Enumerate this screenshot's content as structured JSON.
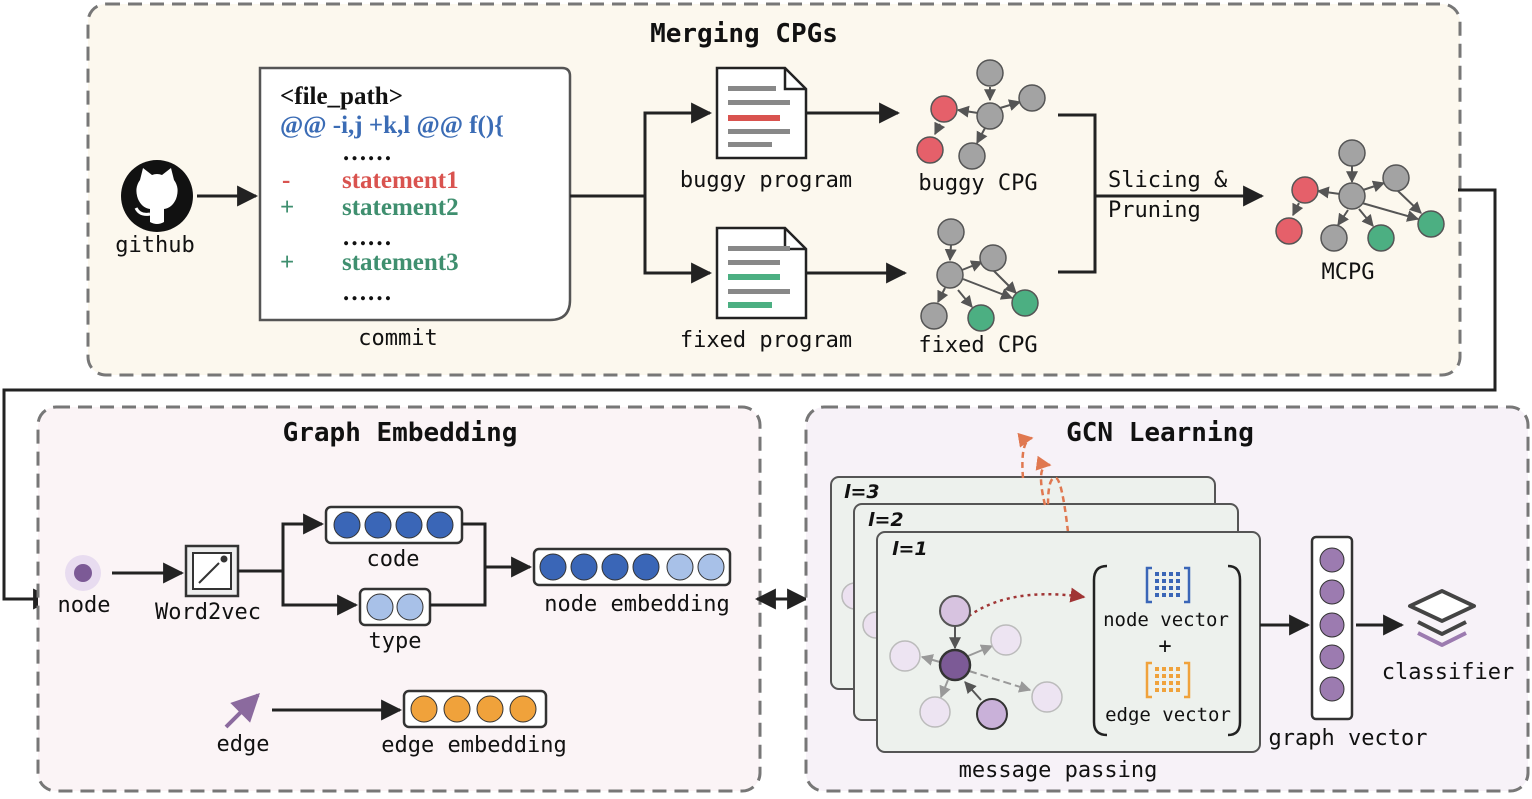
{
  "sections": {
    "merging_title": "Merging CPGs",
    "embedding_title": "Graph Embedding",
    "gcn_title": "GCN Learning"
  },
  "merging": {
    "github_label": "github",
    "commit_label": "commit",
    "commit_lines": {
      "file_path": "<file_path>",
      "hunk": "@@ -i,j +k,l @@ f(){",
      "dots1": "……",
      "minus": "-",
      "stmt1": "statement1",
      "plus1": "+",
      "stmt2": "statement2",
      "dots2": "……",
      "plus2": "+",
      "stmt3": "statement3",
      "dots3": "……"
    },
    "buggy_program": "buggy program",
    "fixed_program": "fixed program",
    "buggy_cpg": "buggy CPG",
    "fixed_cpg": "fixed CPG",
    "slicing_line1": "Slicing &",
    "slicing_line2": "Pruning",
    "mcpg": "MCPG"
  },
  "embedding": {
    "node": "node",
    "word2vec": "Word2vec",
    "code": "code",
    "type": "type",
    "node_embedding": "node embedding",
    "edge": "edge",
    "edge_embedding": "edge embedding"
  },
  "gcn": {
    "layer3": "l=3",
    "layer2": "l=2",
    "layer1": "l=1",
    "node_vector": "node vector",
    "plus": "+",
    "edge_vector": "edge vector",
    "message_passing": "message passing",
    "graph_vector": "graph vector",
    "classifier": "classifier"
  },
  "colors": {
    "red_node": "#e5606a",
    "green_node": "#4caf82",
    "gray_node": "#a3a3a3",
    "blue_dark": "#3a66b7",
    "blue_light": "#a8c1e8",
    "orange": "#f0a23b",
    "purple": "#8b6a9e",
    "code_blue": "#3b6cb5",
    "code_red": "#d9534f",
    "code_green": "#3f8f6f"
  }
}
